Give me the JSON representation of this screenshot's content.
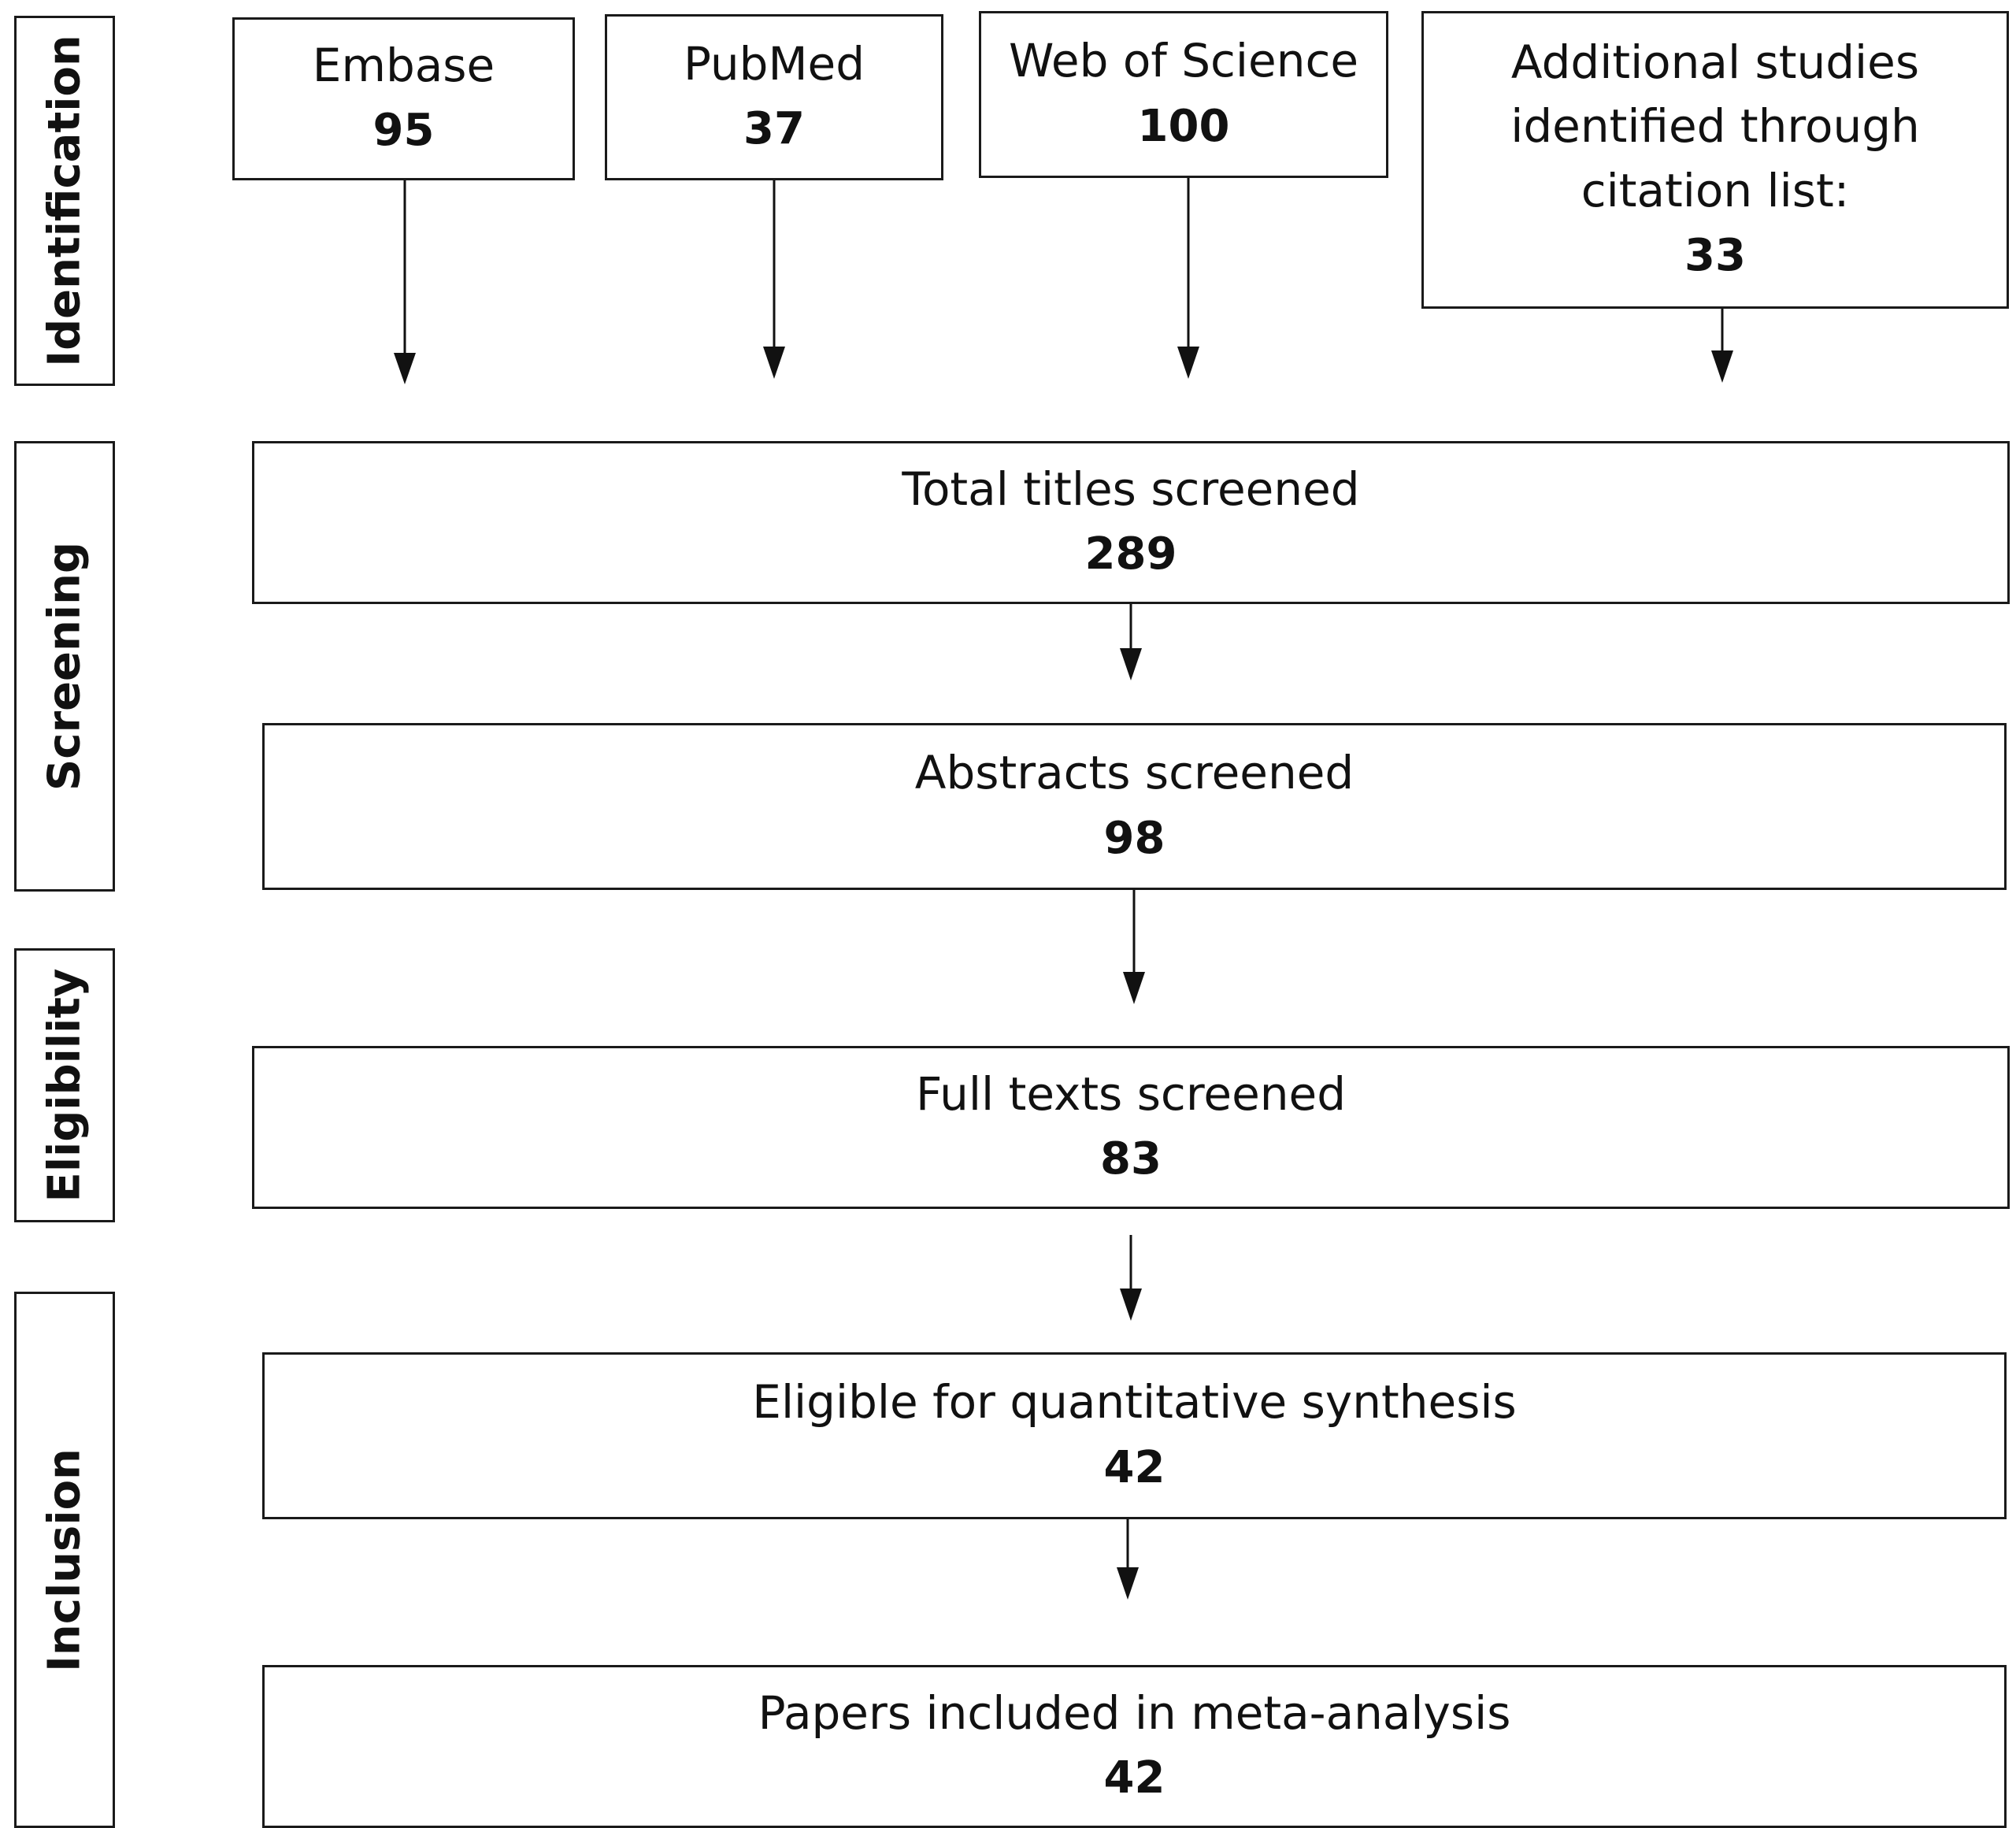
{
  "stages": {
    "identification": "Identification",
    "screening": "Screening",
    "eligibility": "Eligibility",
    "inclusion": "Inclusion"
  },
  "sources": [
    {
      "label": "Embase",
      "count": "95"
    },
    {
      "label": "PubMed",
      "count": "37"
    },
    {
      "label": "Web of Science",
      "count": "100"
    },
    {
      "label": "Additional studies identified through citation list:",
      "count": "33"
    }
  ],
  "steps": [
    {
      "label": "Total titles screened",
      "count": "289"
    },
    {
      "label": "Abstracts screened",
      "count": "98"
    },
    {
      "label": "Full texts screened",
      "count": "83"
    },
    {
      "label": "Eligible for quantitative synthesis",
      "count": "42"
    },
    {
      "label": "Papers included in meta-analysis",
      "count": "42"
    }
  ]
}
